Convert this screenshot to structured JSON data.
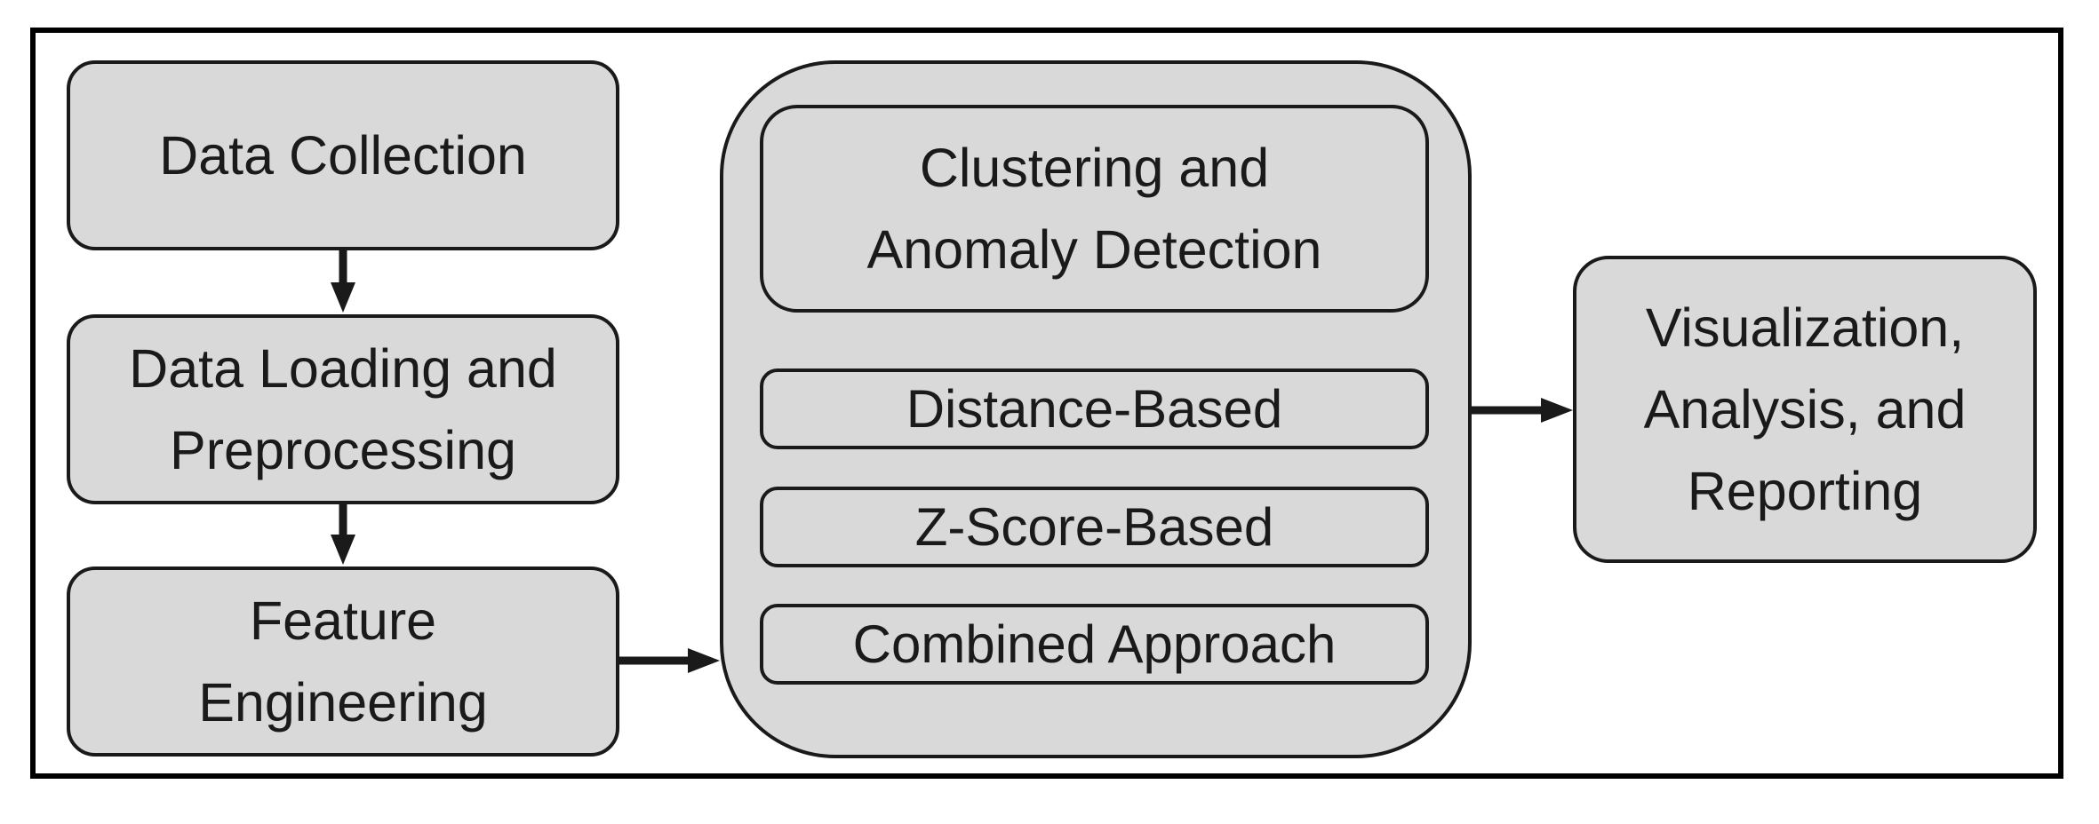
{
  "diagram": {
    "nodes": {
      "data_collection": "Data Collection",
      "data_loading_line1": "Data Loading and",
      "data_loading_line2": "Preprocessing",
      "feature_line1": "Feature",
      "feature_line2": "Engineering",
      "clustering_line1": "Clustering and",
      "clustering_line2": "Anomaly Detection",
      "distance_based": "Distance-Based",
      "zscore_based": "Z-Score-Based",
      "combined_approach": "Combined Approach",
      "viz_line1": "Visualization,",
      "viz_line2": "Analysis, and",
      "viz_line3": "Reporting"
    },
    "edges": [
      {
        "from": "data_collection",
        "to": "data_loading"
      },
      {
        "from": "data_loading",
        "to": "feature_engineering"
      },
      {
        "from": "feature_engineering",
        "to": "clustering_group"
      },
      {
        "from": "clustering_group",
        "to": "visualization"
      }
    ],
    "colors": {
      "box_fill": "#d9d9d9",
      "stroke": "#1a1a1a",
      "frame": "#000000"
    }
  }
}
